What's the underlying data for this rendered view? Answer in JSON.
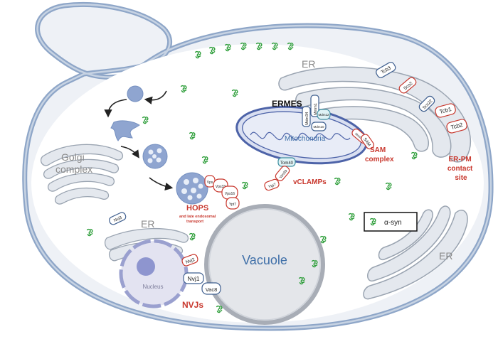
{
  "labels": {
    "er_top": "ER",
    "er_left": "ER",
    "er_right": "ER",
    "golgi": [
      "Golgi",
      "complex"
    ],
    "ermes": "ERMES",
    "mitochondria": "Mitochondria",
    "sam": [
      "SAM",
      "complex"
    ],
    "vclamps": "vCLAMPs",
    "hops": "HOPS",
    "hops_sub": [
      "and late endosomal",
      "transport"
    ],
    "erpm": [
      "ER-PM",
      "contact",
      "site"
    ],
    "vacuole": "Vacuole",
    "nucleus": "Nucleus",
    "nvjs": "NVJs"
  },
  "proteins": {
    "tcb3": "Tcb3",
    "scs2": "Scs2",
    "scs22": "Scs22",
    "tcb1": "Tcb1",
    "tcb2": "Tcb2",
    "mdm34": "Mdm34",
    "mmm1": "Mmm1",
    "mdm12": "Mdm12",
    "mdm10": "Mdm10",
    "mmm2": "Mmm2",
    "sam": "SAM",
    "tom40": "Tom40",
    "vps39": "Vps39",
    "ytp7": "Ytp7",
    "hops_vps": "Vps",
    "hops_vps33": "Vps33",
    "hops_vps16": "Vps16",
    "hops_ypt7": "Ypt7",
    "nvj3": "Nvj3",
    "nvj2": "Nvj2",
    "nvj1": "Nvj1",
    "vac8": "Vac8"
  },
  "legend": {
    "label": "α-syn",
    "icon": "alpha-synuclein-icon"
  },
  "colors": {
    "membrane": "#8ea6c8",
    "er_fill": "#e4e8ee",
    "red": "#c8372d",
    "blue_text": "#3f6fa8",
    "syn_green": "#2e9e3a"
  }
}
